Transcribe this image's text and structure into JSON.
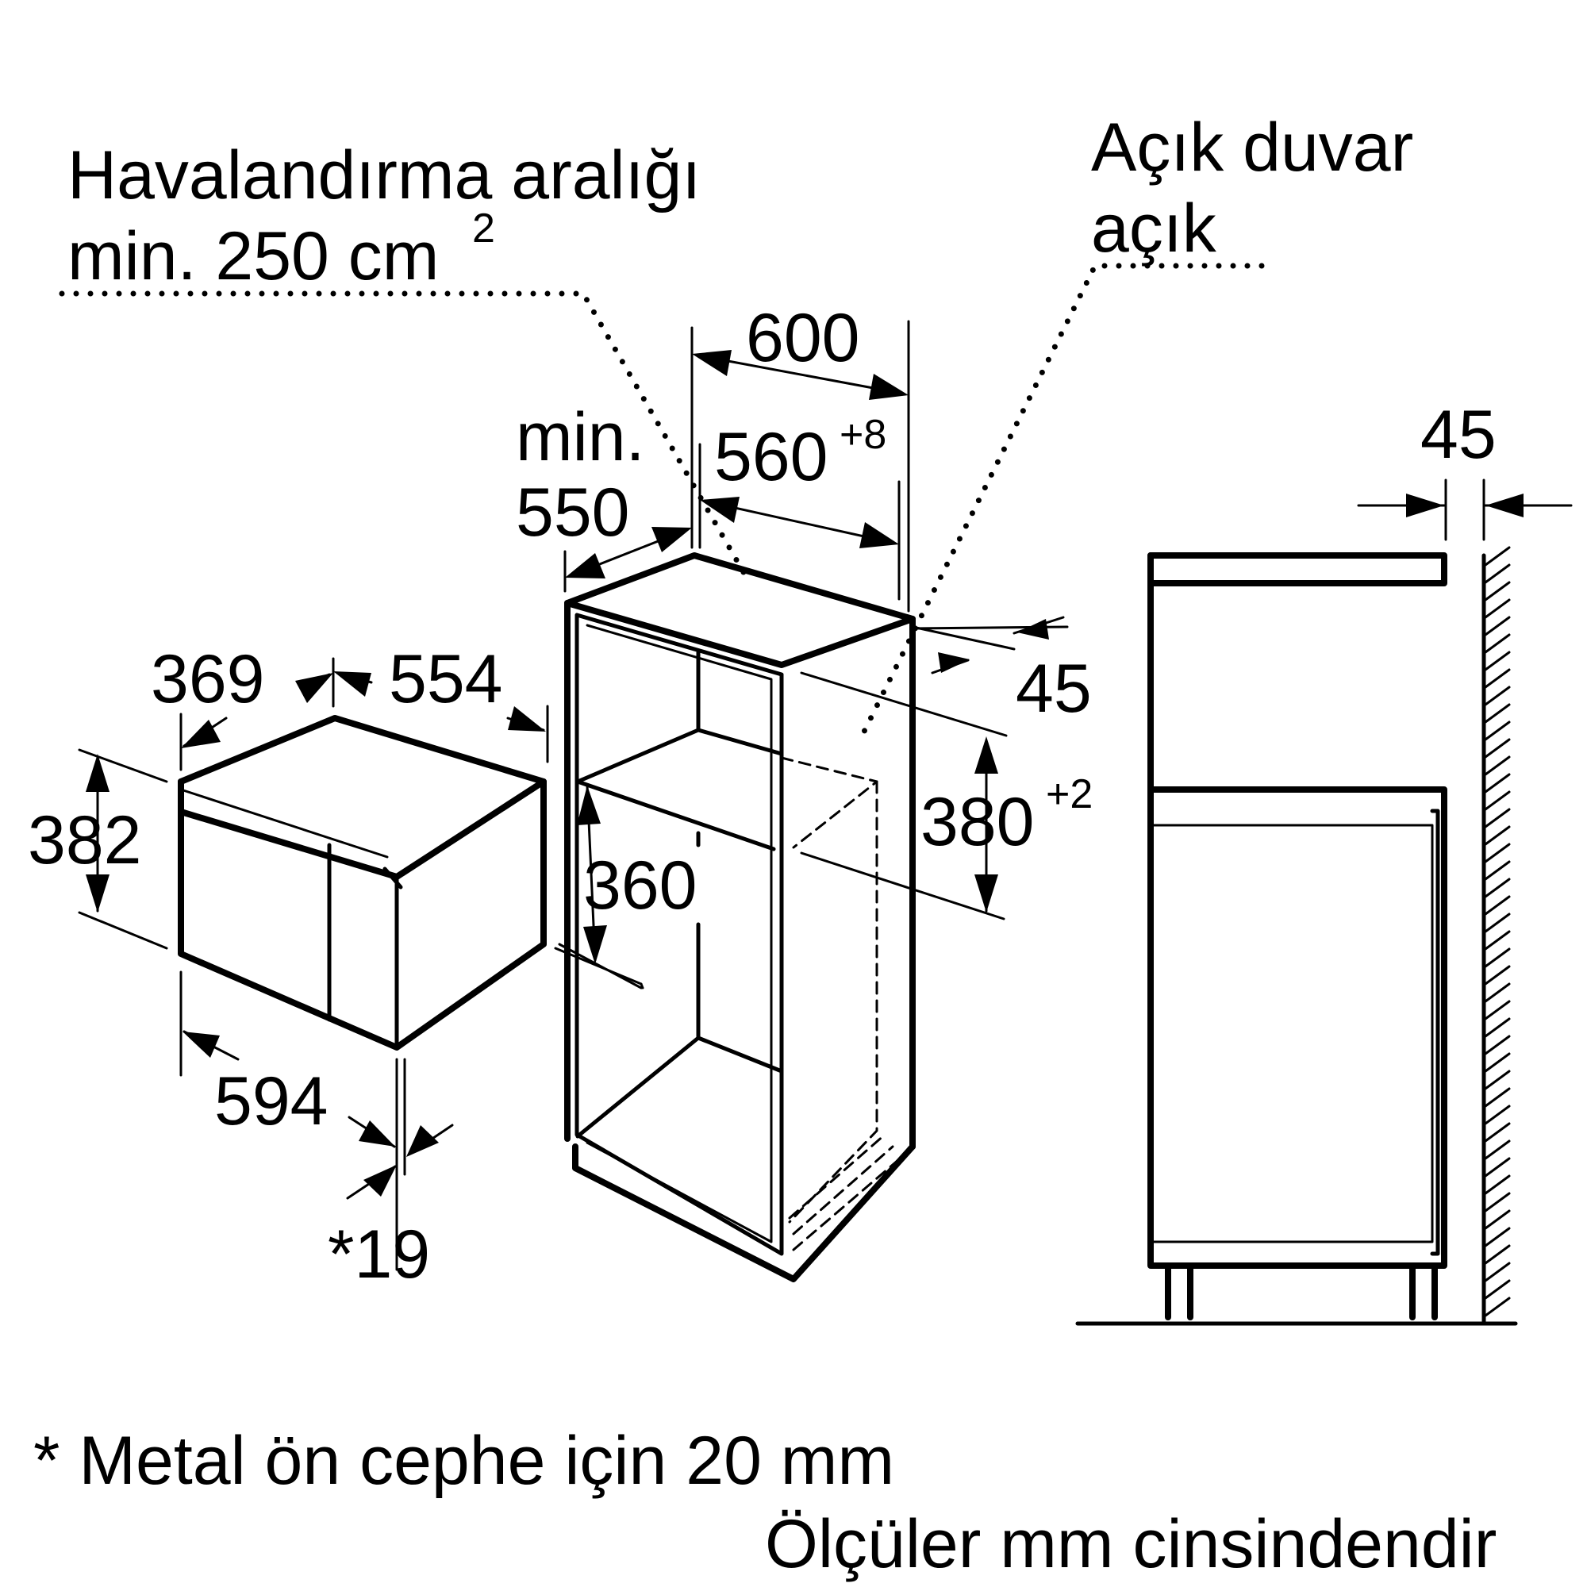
{
  "labels": {
    "ventilation_line1": "Havalandırma aralığı",
    "ventilation_line2": "min. 250 cm",
    "ventilation_sup": "2",
    "open_wall_line1": "Açık duvar",
    "open_wall_line2": "açık",
    "min": "min.",
    "min_550": "550",
    "dim_600": "600",
    "dim_560": "560",
    "dim_560_tol": "+8",
    "dim_45_top": "45",
    "dim_45_side": "45",
    "dim_380": "380",
    "dim_380_tol": "+2",
    "dim_360": "360",
    "dim_369": "369",
    "dim_554": "554",
    "dim_382": "382",
    "dim_594": "594",
    "dim_19": "*19"
  },
  "footnotes": {
    "metal_front": "* Metal ön cephe için 20 mm",
    "units": "Ölçüler mm cinsindendir"
  },
  "colors": {
    "ink": "#000000",
    "background": "#ffffff"
  }
}
